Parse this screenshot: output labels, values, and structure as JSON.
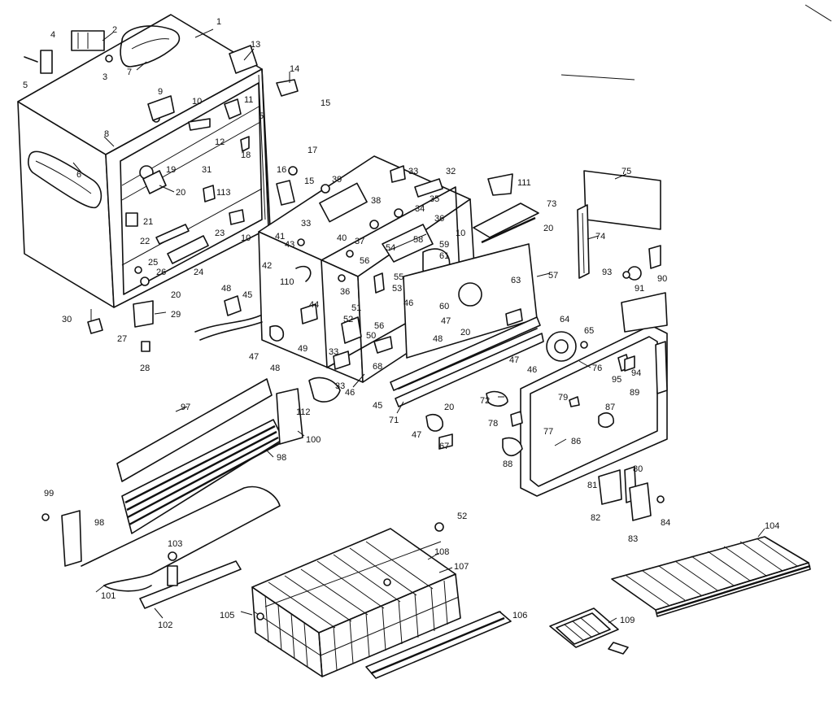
{
  "callouts": [
    "1",
    "2",
    "3",
    "4",
    "5",
    "7",
    "13",
    "14",
    "15",
    "9",
    "10",
    "11",
    "5",
    "12",
    "18",
    "8",
    "6",
    "19",
    "20",
    "31",
    "17",
    "16",
    "15",
    "113",
    "21",
    "22",
    "23",
    "10",
    "25",
    "26",
    "24",
    "20",
    "30",
    "29",
    "27",
    "28",
    "33",
    "32",
    "111",
    "39",
    "38",
    "35",
    "34",
    "36",
    "10",
    "37",
    "33",
    "41",
    "43",
    "40",
    "58",
    "54",
    "59",
    "61",
    "56",
    "55",
    "42",
    "110",
    "36",
    "53",
    "46",
    "51",
    "52",
    "56",
    "48",
    "45",
    "44",
    "49",
    "47",
    "48",
    "50",
    "33",
    "68",
    "33",
    "45",
    "112",
    "46",
    "75",
    "73",
    "20",
    "74",
    "93",
    "91",
    "90",
    "57",
    "63",
    "60",
    "47",
    "20",
    "64",
    "65",
    "48",
    "47",
    "46",
    "76",
    "95",
    "94",
    "89",
    "72",
    "79",
    "87",
    "71",
    "20",
    "78",
    "77",
    "47",
    "67",
    "86",
    "88",
    "97",
    "98",
    "100",
    "99",
    "98",
    "103",
    "101",
    "102",
    "52",
    "108",
    "107",
    "105",
    "106",
    "109",
    "81",
    "80",
    "82",
    "83",
    "84",
    "104"
  ]
}
